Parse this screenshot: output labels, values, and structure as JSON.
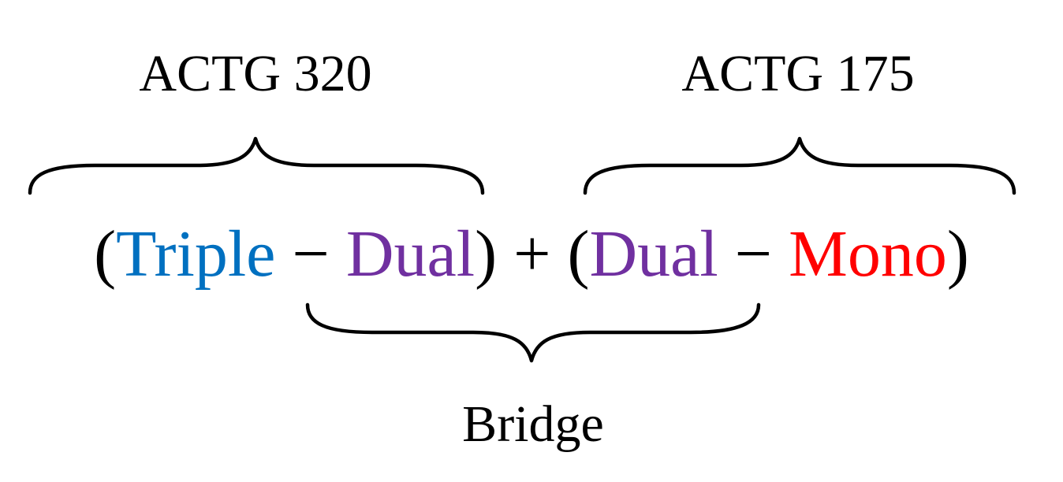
{
  "labels": {
    "top_left": "ACTG 320",
    "top_right": "ACTG 175",
    "bottom": "Bridge"
  },
  "equation": {
    "open_paren_1": "(",
    "term_triple": "Triple",
    "minus_1": " − ",
    "term_dual_1": "Dual",
    "close_paren_1": ")",
    "plus": " + ",
    "open_paren_2": "(",
    "term_dual_2": "Dual",
    "minus_2": " − ",
    "term_mono": "Mono",
    "close_paren_2": ")"
  },
  "colors": {
    "triple": "#0070C0",
    "dual": "#7030A0",
    "mono": "#FF0000",
    "operators": "#000000"
  }
}
